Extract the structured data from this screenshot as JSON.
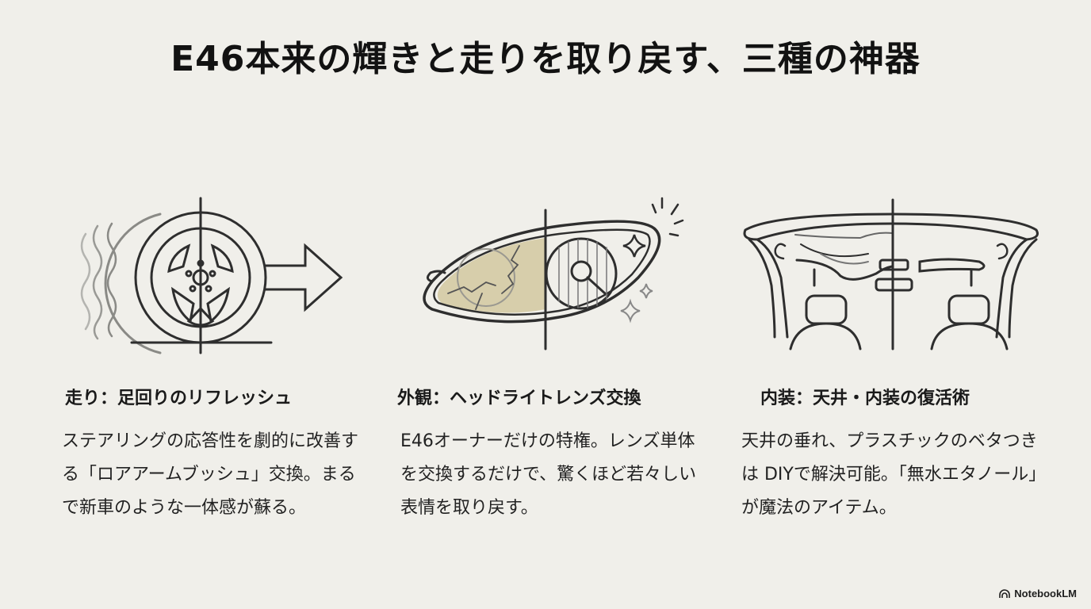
{
  "title": "E46本来の輝きと走りを取り戻す、三種の神器",
  "columns": [
    {
      "icon": "wheel-motion-icon",
      "heading": "走り：足回りのリフレッシュ",
      "body": "ステアリングの応答性を劇的に改善する「ロアアームブッシュ」交換。まるで新車のような一体感が蘇る。"
    },
    {
      "icon": "headlight-before-after-icon",
      "heading": "外観：ヘッドライトレンズ交換",
      "body": "E46オーナーだけの特権。レンズ単体を交換するだけで、驚くほど若々しい表情を取り戻す。"
    },
    {
      "icon": "car-interior-headliner-icon",
      "heading": "内装：天井・内装の復活術",
      "body": "天井の垂れ、プラスチックのベタつきは DIYで解決可能。「無水エタノール」が魔法のアイテム。"
    }
  ],
  "branding": {
    "label": "NotebookLM"
  },
  "colors": {
    "background": "#f0efea",
    "ink": "#2b2b2b",
    "yellowed_lens": "#c9bc8a"
  }
}
